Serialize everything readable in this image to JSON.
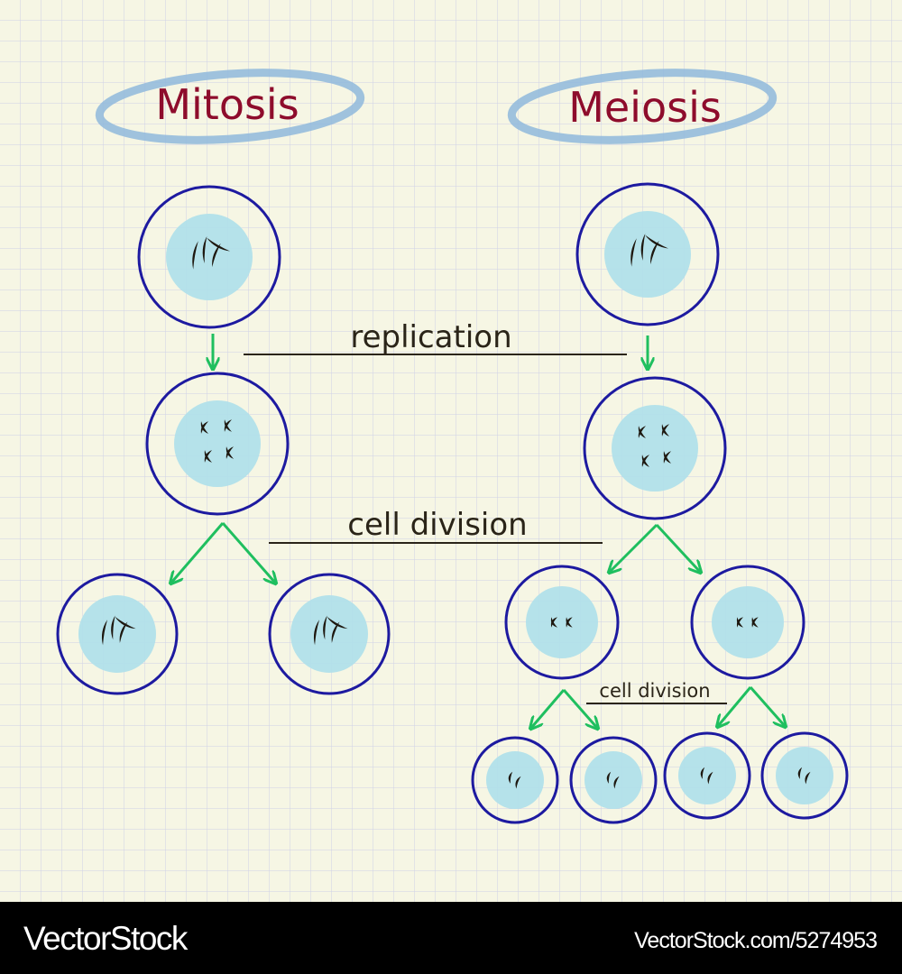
{
  "titles": {
    "mitosis": "Mitosis",
    "meiosis": "Meiosis"
  },
  "labels": {
    "replication": "replication",
    "cell_division": "cell division",
    "cell_division_2": "cell division"
  },
  "footer": {
    "brand": "VectorStock",
    "url": "VectorStock.com/5274953"
  },
  "colors": {
    "background": "#f6f6e4",
    "grid": "#cfd0e6",
    "cell_outline": "#1d1aa0",
    "nucleus": "#aee0ea",
    "arrow": "#1fbf5f",
    "title": "#8e0c2c",
    "title_ellipse": "#8fb9dc",
    "text": "#2a2418"
  }
}
